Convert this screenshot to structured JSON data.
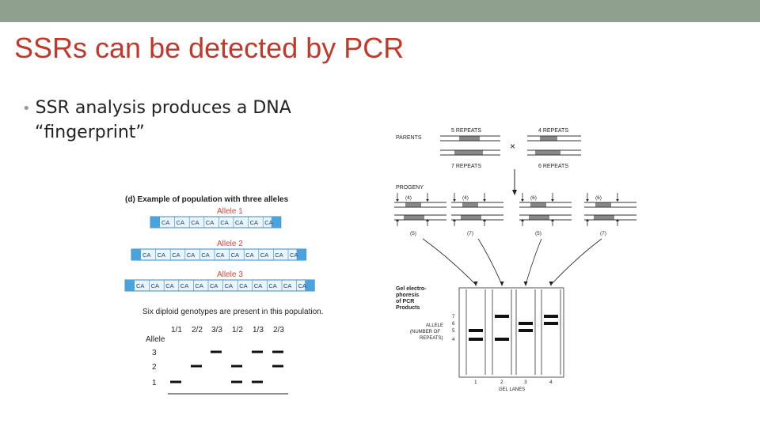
{
  "slide": {
    "title": "SSRs can be detected by PCR",
    "bullet_line1": "SSR analysis produces a DNA",
    "bullet_line2": "“fingerprint”",
    "bullet_marker": "•"
  },
  "left_figure": {
    "heading": "(d)  Example of population with three alleles",
    "alleles": [
      {
        "label": "Allele 1",
        "repeat": "CA",
        "count": 8
      },
      {
        "label": "Allele 2",
        "repeat": "CA",
        "count": 11
      },
      {
        "label": "Allele 3",
        "repeat": "CA",
        "count": 12
      }
    ],
    "caption": "Six diploid genotypes are present in this population.",
    "genotypes": [
      "1/1",
      "2/2",
      "3/3",
      "1/2",
      "1/3",
      "2/3"
    ],
    "axis_label": "Allele",
    "allele_levels": [
      "3",
      "2",
      "1"
    ],
    "band_matrix": [
      [
        1
      ],
      [
        2
      ],
      [
        3
      ],
      [
        1,
        2
      ],
      [
        1,
        3
      ],
      [
        2,
        3
      ]
    ]
  },
  "right_figure": {
    "parents_label": "PARENTS",
    "cross_symbol": "×",
    "parent_top_left": "5 REPEATS",
    "parent_bottom_left": "7 REPEATS",
    "parent_top_right": "4 REPEATS",
    "parent_bottom_right": "6 REPEATS",
    "progeny_label": "PROGENY",
    "progeny_top": [
      "(4)",
      "(4)",
      "(6)",
      "(6)"
    ],
    "progeny_bottom": [
      "(5)",
      "(7)",
      "(5)",
      "(7)"
    ],
    "gel_label_lines": [
      "Gel electro-",
      "phoresis",
      "of PCR",
      "Products"
    ],
    "allele_label_lines": [
      "ALLELE",
      "(NUMBER OF",
      "REPEATS)"
    ],
    "allele_numbers": [
      "7",
      "6",
      "5",
      "4"
    ],
    "lane_numbers": [
      "1",
      "2",
      "3",
      "4"
    ],
    "lanes_label": "GEL LANES",
    "lane_bands": [
      [
        5,
        4
      ],
      [
        7,
        4
      ],
      [
        6,
        5
      ],
      [
        7,
        6
      ]
    ]
  }
}
